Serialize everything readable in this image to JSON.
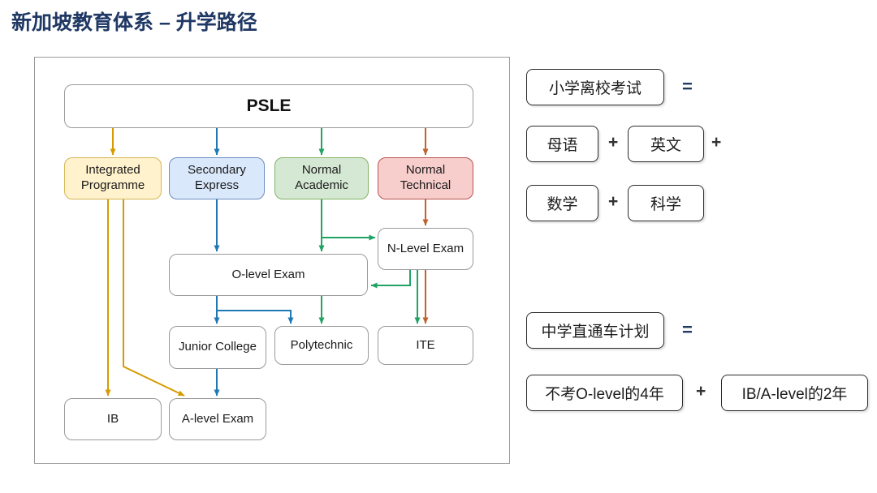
{
  "title": "新加坡教育体系 – 升学路径",
  "flowchart": {
    "psle": "PSLE",
    "integrated_programme": "Integrated Programme",
    "secondary_express": "Secondary Express",
    "normal_academic": "Normal Academic",
    "normal_technical": "Normal Technical",
    "n_level_exam": "N-Level Exam",
    "o_level_exam": "O-level Exam",
    "junior_college": "Junior College",
    "polytechnic": "Polytechnic",
    "ite": "ITE",
    "ib": "IB",
    "a_level_exam": "A-level Exam"
  },
  "legend": {
    "psle_cn": "小学离校考试",
    "equals": "=",
    "plus": "+",
    "subject_mother_tongue": "母语",
    "subject_english": "英文",
    "subject_math": "数学",
    "subject_science": "科学",
    "through_train_cn": "中学直通车计划",
    "through_train_part1": "不考O-level的4年",
    "through_train_part2": "IB/A-level的2年"
  },
  "colors": {
    "title_navy": "#1F3864",
    "track_yellow_fill": "#FFF2CC",
    "track_yellow_border": "#D6B656",
    "track_blue_fill": "#DAE8FC",
    "track_blue_border": "#6C8EBF",
    "track_green_fill": "#D5E8D4",
    "track_green_border": "#82B366",
    "track_red_fill": "#F8CECC",
    "track_red_border": "#B85450",
    "arrow_orange": "#D79B00",
    "arrow_blue": "#1E78B4",
    "arrow_green": "#21A366",
    "arrow_brown": "#C0622C"
  }
}
